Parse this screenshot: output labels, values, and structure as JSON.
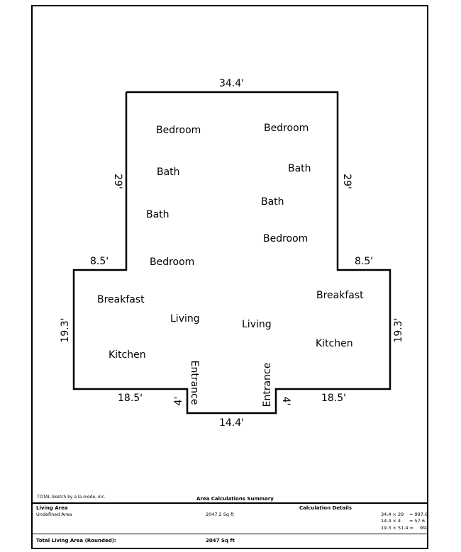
{
  "rooms": [
    "Bedroom",
    "Bedroom",
    "Bath",
    "Bath",
    "Bath",
    "Bath",
    "Bedroom",
    "Bedroom",
    "Breakfast",
    "Breakfast",
    "Living",
    "Living",
    "Kitchen",
    "Kitchen",
    "Entrance",
    "Entrance"
  ],
  "dimensions": {
    "top": "34.4'",
    "left_upper": "29'",
    "right_upper": "29'",
    "left_step": "8.5'",
    "right_step": "8.5'",
    "left_side": "19.3'",
    "right_side": "19.3'",
    "bottom_left": "18.5'",
    "bottom_right": "18.5'",
    "notch_left": "4'",
    "notch_right": "4'",
    "notch_bottom": "14.4'"
  },
  "footer": {
    "credit": "TOTAL Sketch by a la mode, inc.",
    "summary_title": "Area Calculations Summary",
    "living_area_label": "Living Area",
    "calc_details_label": "Calculation Details",
    "undefined_area_label": "Undefined Area",
    "undefined_area_value": "2047.2 Sq ft",
    "calculations": [
      {
        "expr": "34.4 × 29",
        "result": "= 997.6"
      },
      {
        "expr": "14.4 × 4",
        "result": "= 57.6"
      },
      {
        "expr": "19.3 × 51.4 =",
        "result": "992"
      }
    ],
    "total_label": "Total Living Area (Rounded):",
    "total_value": "2047 Sq ft"
  }
}
